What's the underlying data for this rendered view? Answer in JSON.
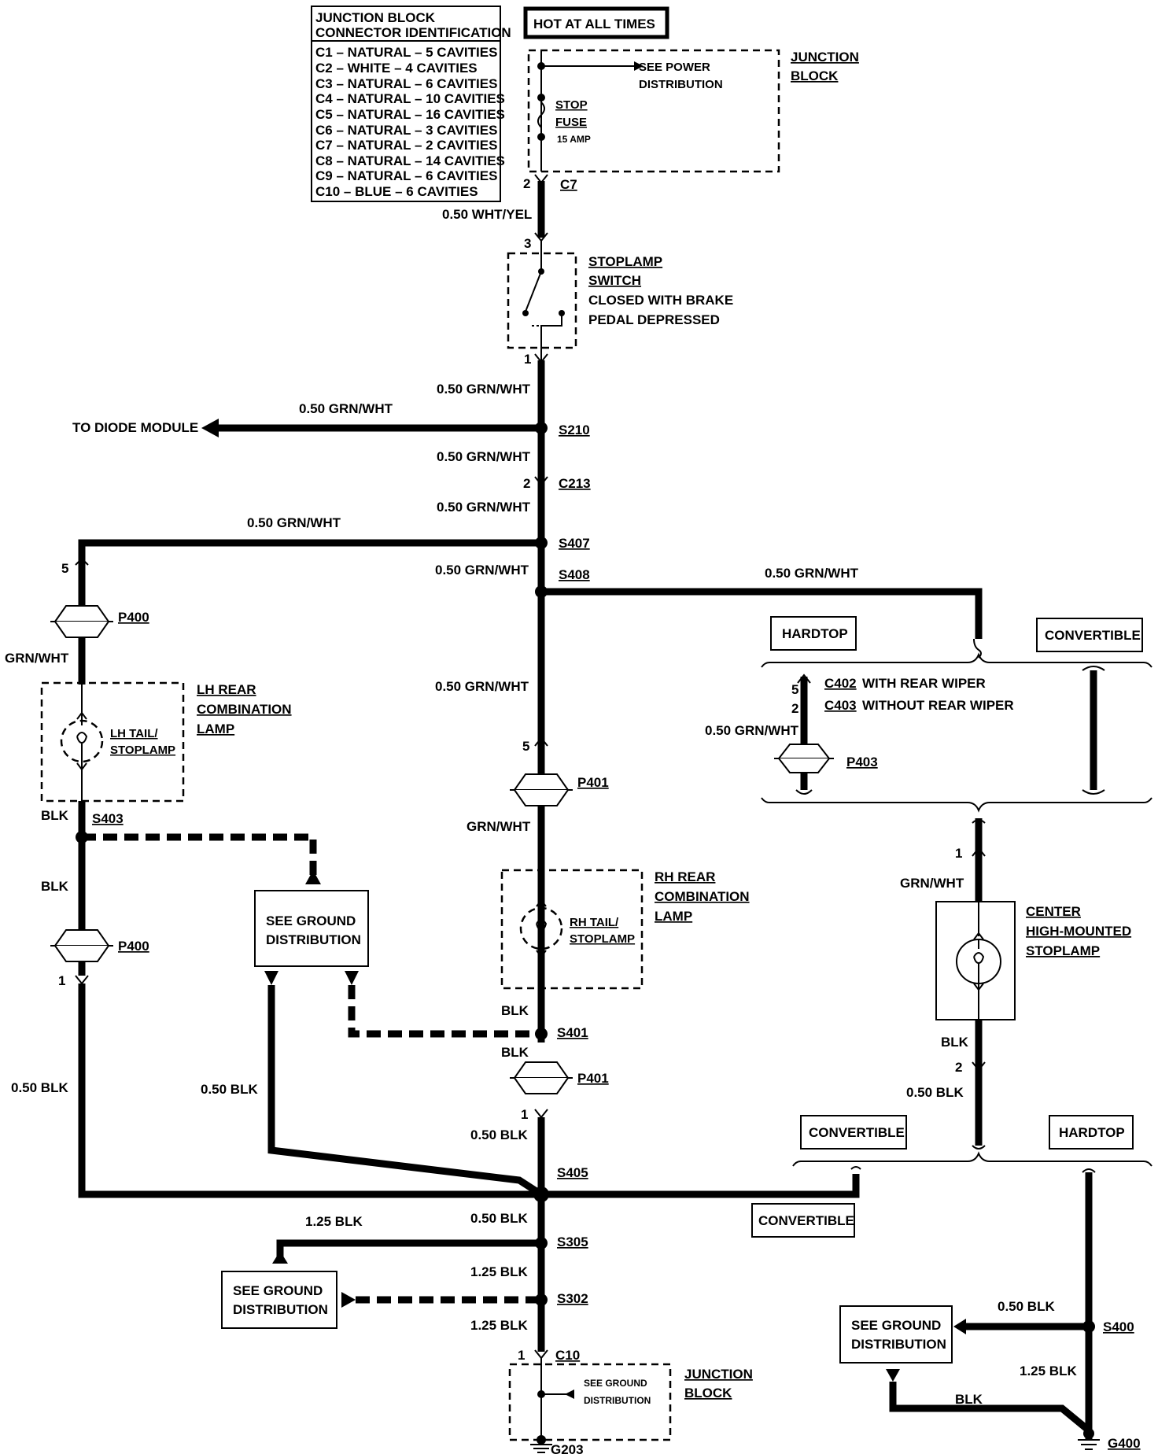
{
  "connector_table": {
    "title1": "JUNCTION BLOCK",
    "title2": "CONNECTOR IDENTIFICATION",
    "rows": [
      "C1 – NATURAL – 5 CAVITIES",
      "C2 – WHITE – 4 CAVITIES",
      "C3 – NATURAL – 6 CAVITIES",
      "C4 – NATURAL – 10 CAVITIES",
      "C5 – NATURAL – 16 CAVITIES",
      "C6 – NATURAL – 3 CAVITIES",
      "C7 – NATURAL – 2 CAVITIES",
      "C8 – NATURAL – 14 CAVITIES",
      "C9 – NATURAL – 6 CAVITIES",
      "C10 – BLUE – 6 CAVITIES"
    ]
  },
  "hot_label": "HOT AT ALL TIMES",
  "junction_block_top": {
    "name1": "JUNCTION",
    "name2": "BLOCK",
    "see_power1": "SEE POWER",
    "see_power2": "DISTRIBUTION",
    "fuse1": "STOP",
    "fuse2": "FUSE",
    "fuse_rating": "15 AMP",
    "pin": "2",
    "connector": "C7"
  },
  "wires": {
    "w_wht_yel": "0.50 WHT/YEL",
    "w1": "0.50 GRN/WHT",
    "w_diode": "0.50 GRN/WHT",
    "w2": "0.50 GRN/WHT",
    "w3": "0.50 GRN/WHT",
    "w_lh": "0.50 GRN/WHT",
    "w4": "0.50 GRN/WHT",
    "w_chmsl": "0.50 GRN/WHT",
    "w5": "0.50 GRN/WHT",
    "lh_grnwht": "GRN/WHT",
    "rh_grnwht": "GRN/WHT",
    "lh_blk1": "BLK",
    "lh_blk2": "BLK",
    "lh_050blk": "0.50 BLK",
    "mid_050blk": "0.50 BLK",
    "rh_blk1": "BLK",
    "rh_blk2": "BLK",
    "c_050blk": "0.50 BLK",
    "c_050blk2": "0.50 BLK",
    "c_125blk": "1.25 BLK",
    "c_125blk2": "1.25 BLK",
    "c_125blk3": "1.25 BLK",
    "chmsl_grnwht": "GRN/WHT",
    "chmsl_blk": "BLK",
    "chmsl_050blk": "0.50 BLK",
    "r_050blk": "0.50 BLK",
    "r_125blk": "1.25 BLK",
    "r_blk": "BLK",
    "p403_wire": "0.50 GRN/WHT"
  },
  "stoplamp_switch": {
    "pin_top": "3",
    "pin_bottom": "1",
    "line1": "STOPLAMP",
    "line2": "SWITCH",
    "line3": "CLOSED WITH BRAKE",
    "line4": "PEDAL DEPRESSED"
  },
  "to_diode": "TO DIODE MODULE",
  "splices": {
    "s210": "S210",
    "s407": "S407",
    "s408": "S408",
    "s403": "S403",
    "s401": "S401",
    "s405": "S405",
    "s305": "S305",
    "s302": "S302",
    "s400": "S400"
  },
  "connectors": {
    "c213": "C213",
    "c213_pin": "2",
    "p400_top": "P400",
    "p400_top_pin": "5",
    "p400_bot": "P400",
    "p400_bot_pin": "1",
    "p401_top": "P401",
    "p401_top_pin": "5",
    "p401_bot": "P401",
    "p401_bot_pin": "1",
    "c402": "C402",
    "c402_text": "WITH REAR WIPER",
    "c402_pin": "5",
    "c403": "C403",
    "c403_text": "WITHOUT REAR WIPER",
    "c403_pin": "2",
    "p403": "P403",
    "chmsl_pin_top": "1",
    "chmsl_pin_bot": "2",
    "c10": "C10",
    "c10_pin": "1",
    "g203": "G203",
    "g400": "G400"
  },
  "lh_lamp": {
    "name1": "LH REAR",
    "name2": "COMBINATION",
    "name3": "LAMP",
    "bulb1": "LH TAIL/",
    "bulb2": "STOPLAMP"
  },
  "rh_lamp": {
    "name1": "RH REAR",
    "name2": "COMBINATION",
    "name3": "LAMP",
    "bulb1": "RH TAIL/",
    "bulb2": "STOPLAMP"
  },
  "chmsl": {
    "name1": "CENTER",
    "name2": "HIGH-MOUNTED",
    "name3": "STOPLAMP"
  },
  "options": {
    "hardtop_top": "HARDTOP",
    "convertible_top": "CONVERTIBLE",
    "convertible_mid": "CONVERTIBLE",
    "hardtop_mid": "HARDTOP",
    "convertible_low": "CONVERTIBLE"
  },
  "ground_refs": {
    "g1a": "SEE GROUND",
    "g1b": "DISTRIBUTION",
    "g2a": "SEE GROUND",
    "g2b": "DISTRIBUTION",
    "g3a": "SEE GROUND",
    "g3b": "DISTRIBUTION",
    "g4a": "SEE GROUND",
    "g4b": "DISTRIBUTION"
  },
  "junction_block_bottom": {
    "name1": "JUNCTION",
    "name2": "BLOCK"
  }
}
